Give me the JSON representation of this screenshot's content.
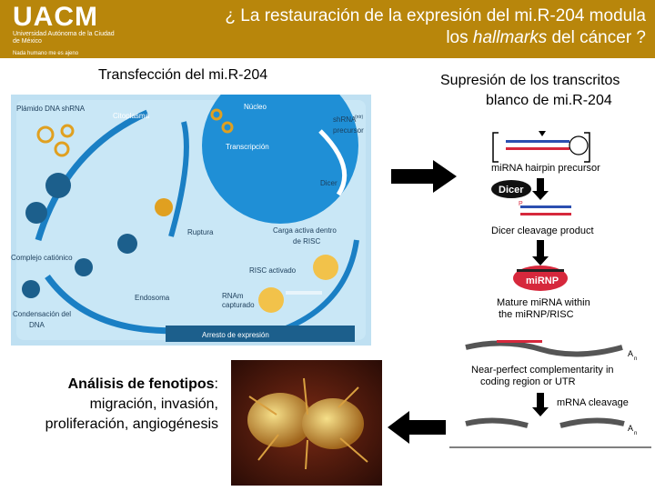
{
  "header": {
    "logo_main": "UACM",
    "logo_sub": "Universidad Autónoma de la Ciudad de México",
    "logo_tagline": "Nada humano me es ajeno",
    "title_line1": "¿ La restauración de la expresión del mi.R-204 modula",
    "title_line2_pre": "los ",
    "title_line2_italic": "hallmarks",
    "title_line2_post": " del cáncer ?"
  },
  "left_caption": "Transfección del mi.R-204",
  "right_caption_line1": "Supresión de los transcritos",
  "right_caption_line2": "blanco de mi.R-204",
  "phenotype": {
    "bold": "Análisis de fenotipos",
    "rest": ": migración, invasión, proliferación, angiogénesis"
  },
  "transfection_diagram": {
    "labels": {
      "plasmid": "Plámido DNA shRNA",
      "cytoplasm": "Citoplasma",
      "nucleus": "Núcleo",
      "shrna": "shRNA",
      "shrna_super": "(ntr)",
      "precursor": "precursor",
      "transcription": "Transcripción",
      "dicer": "Dicer",
      "cationic": "Complejo catiónico",
      "rupture": "Ruptura",
      "risc_load_1": "Carga activa dentro",
      "risc_load_2": "de RISC",
      "condensation_1": "Condensación del",
      "condensation_2": "DNA",
      "risc_active": "RISC activado",
      "endosome": "Endosoma",
      "mrna_1": "RNAm",
      "mrna_2": "capturado",
      "arrest": "Arresto de expresión"
    }
  },
  "mirna_pathway": {
    "hairpin": "miRNA hairpin precursor",
    "dicer": "Dicer",
    "cleavage_product": "Dicer cleavage product",
    "mirnp": "miRNP",
    "mature_1": "Mature miRNA within",
    "mature_2": "the miRNP/RISC",
    "complementarity_1": "Near-perfect complementarity in",
    "complementarity_2": "coding region or UTR",
    "mrna_cleavage": "mRNA cleavage",
    "poly_a": "A",
    "poly_n": "n",
    "end_p": "P"
  },
  "colors": {
    "header": "#b8860b",
    "panel_bg": "#bfe0f2",
    "nucleus": "#1f8fd6",
    "arrow_blue": "#1a7fc4",
    "orange": "#f2a33a",
    "mirnp": "#d6283c"
  }
}
